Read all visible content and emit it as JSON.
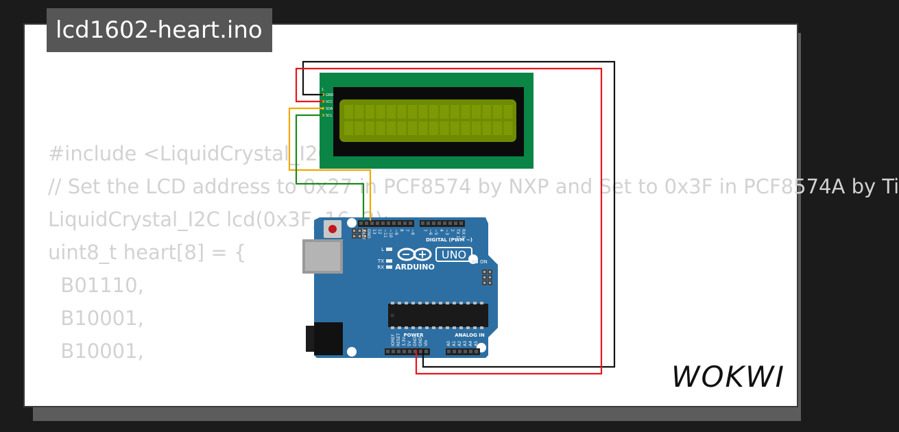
{
  "project": {
    "filename": "lcd1602-heart.ino"
  },
  "code_lines": [
    "#include <LiquidCrystal_I2C.h>",
    "",
    "// Set the LCD address to 0x27 in PCF8574 by NXP and Set to 0x3F in PCF8574A by Ti",
    "LiquidCrystal_I2C lcd(0x3F, 16, 2);",
    "",
    "uint8_t heart[8] = {",
    "  B01110,",
    "  B10001,",
    "  B10001,"
  ],
  "lcd": {
    "pins": [
      "GND",
      "VCC",
      "SDA",
      "SCL"
    ],
    "pin_header_number": "1"
  },
  "arduino": {
    "brand": "ARDUINO",
    "model": "UNO",
    "digital_label": "DIGITAL (PWM ~)",
    "digital_pins": [
      "AREF",
      "GND",
      "13",
      "12",
      "~11",
      "~10",
      "~9",
      "8",
      "7",
      "~6",
      "~5",
      "4",
      "~3",
      "2",
      "TX 1",
      "RX 0"
    ],
    "power_label": "POWER",
    "power_pins": [
      "IOREF",
      "RESET",
      "3.3V",
      "5V",
      "GND",
      "GND",
      "Vin"
    ],
    "analog_label": "ANALOG IN",
    "analog_pins": [
      "A0",
      "A1",
      "A2",
      "A3",
      "A4",
      "A5"
    ],
    "led_labels": [
      "L",
      "TX",
      "RX",
      "ON"
    ]
  },
  "brand_logo": "WOKWI",
  "colors": {
    "background": "#1b1b1b",
    "card": "#ffffff",
    "badge": "#565656",
    "code_text": "#d2d2d2",
    "lcd_pcb": "#0a8546",
    "lcd_screen": "#6f8b00",
    "arduino_board": "#2d6fa3",
    "wire_red": "#e8141c",
    "wire_black": "#111111",
    "wire_orange": "#f0a800",
    "wire_green": "#1a8a1a"
  }
}
